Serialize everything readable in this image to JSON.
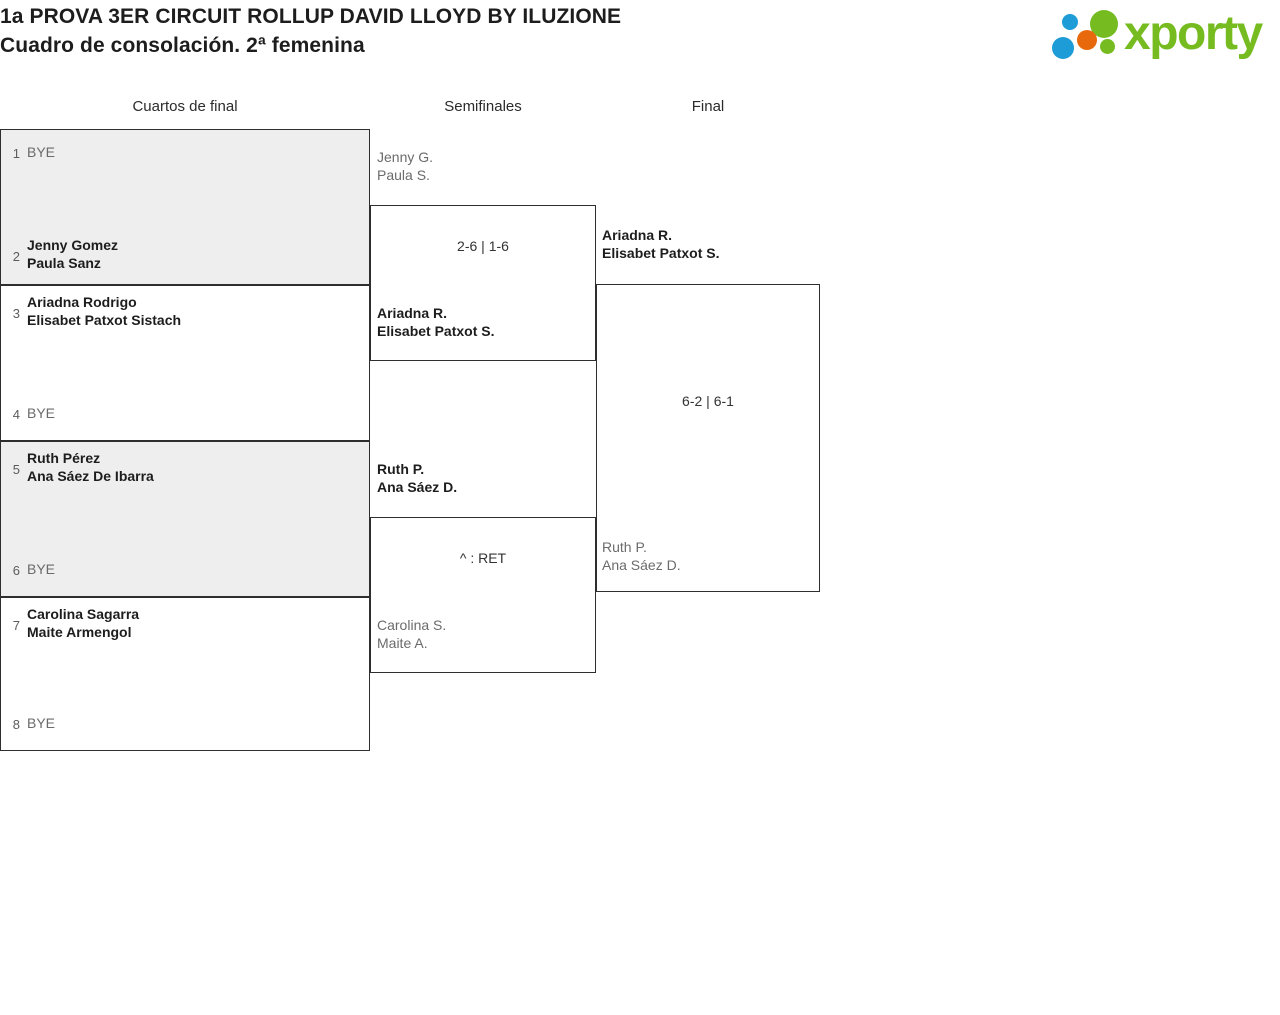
{
  "header": {
    "title_line1": "1a PROVA 3ER CIRCUIT ROLLUP DAVID LLOYD BY ILUZIONE",
    "title_line2": "Cuadro de consolación. 2ª femenina",
    "logo_word": "xporty",
    "colors": {
      "logo_green": "#76bc21",
      "logo_blue": "#1e9cd7",
      "logo_orange": "#e8690b",
      "shaded_row": "#eeeeee",
      "border": "#2e2e2e",
      "text_dark": "#1d1d1d",
      "text_muted": "#6b6b6b"
    }
  },
  "columns": [
    {
      "label": "Cuartos de final"
    },
    {
      "label": "Semifinales"
    },
    {
      "label": "Final"
    }
  ],
  "round1": [
    {
      "seed": "1",
      "type": "bye",
      "line1": "BYE",
      "line2": ""
    },
    {
      "seed": "2",
      "type": "player",
      "line1": "Jenny Gomez",
      "line2": "Paula Sanz"
    },
    {
      "seed": "3",
      "type": "player",
      "line1": "Ariadna Rodrigo",
      "line2": "Elisabet Patxot Sistach"
    },
    {
      "seed": "4",
      "type": "bye",
      "line1": "BYE",
      "line2": ""
    },
    {
      "seed": "5",
      "type": "player",
      "line1": "Ruth Pérez",
      "line2": "Ana Sáez De Ibarra"
    },
    {
      "seed": "6",
      "type": "bye",
      "line1": "BYE",
      "line2": ""
    },
    {
      "seed": "7",
      "type": "player",
      "line1": "Carolina Sagarra",
      "line2": "Maite Armengol"
    },
    {
      "seed": "8",
      "type": "bye",
      "line1": "BYE",
      "line2": ""
    }
  ],
  "semifinals": [
    {
      "top": {
        "line1": "Jenny G.",
        "line2": "Paula S.",
        "result": "lose"
      },
      "bottom": {
        "line1": "Ariadna R.",
        "line2": "Elisabet Patxot S.",
        "result": "win"
      },
      "score": "2-6 | 1-6"
    },
    {
      "top": {
        "line1": "Ruth P.",
        "line2": "Ana Sáez D.",
        "result": "win"
      },
      "bottom": {
        "line1": "Carolina S.",
        "line2": "Maite A.",
        "result": "lose"
      },
      "score": "^ : RET"
    }
  ],
  "final": {
    "top": {
      "line1": "Ariadna R.",
      "line2": "Elisabet Patxot S.",
      "result": "win"
    },
    "bottom": {
      "line1": "Ruth P.",
      "line2": "Ana Sáez D.",
      "result": "lose"
    },
    "score": "6-2 | 6-1"
  }
}
